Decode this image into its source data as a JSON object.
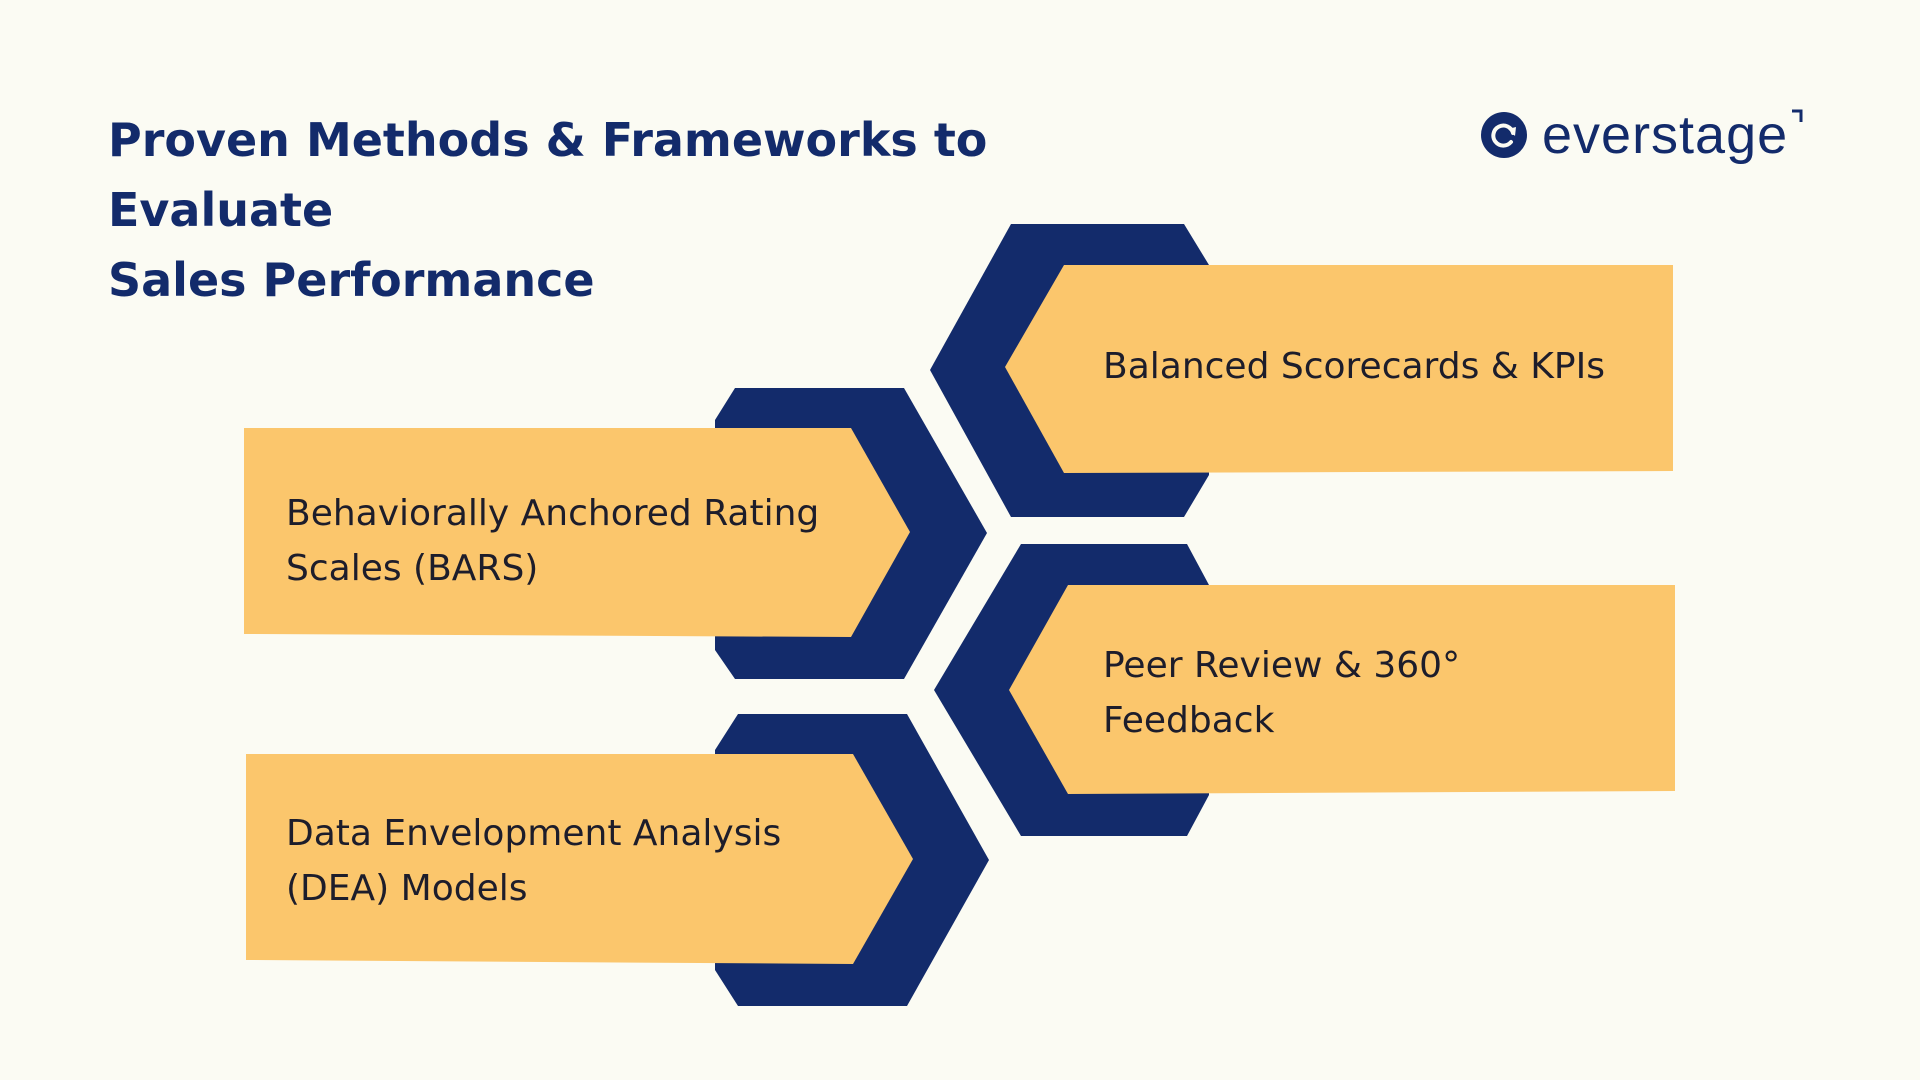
{
  "header": {
    "title_line1": "Proven Methods & Frameworks to Evaluate",
    "title_line2": "Sales Performance"
  },
  "brand": {
    "name": "everstage",
    "logo_icon": "circular-arrow-icon"
  },
  "colors": {
    "navy": "#132b6b",
    "card": "#fbc66c",
    "background": "#fbfbf3",
    "text": "#1d1d2b"
  },
  "methods": [
    {
      "line1": "Balanced Scorecards & KPIs",
      "line2": ""
    },
    {
      "line1": "Behaviorally Anchored Rating",
      "line2": "Scales (BARS)"
    },
    {
      "line1": "Peer Review & 360°",
      "line2": "Feedback"
    },
    {
      "line1": "Data Envelopment Analysis",
      "line2": "(DEA) Models"
    }
  ]
}
